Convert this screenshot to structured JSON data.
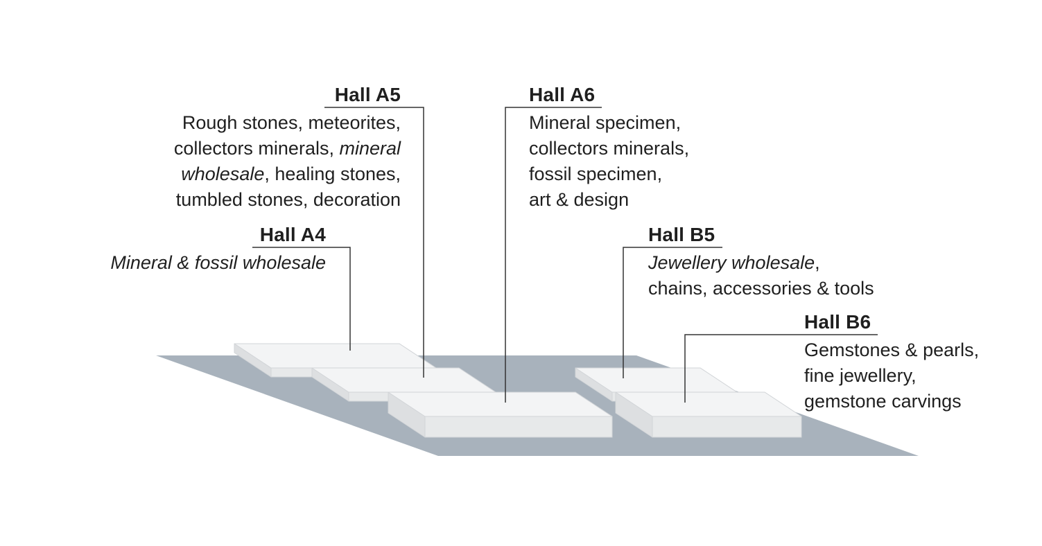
{
  "page": {
    "background": "#ffffff"
  },
  "diagram": {
    "colors": {
      "shadow": "#a8b2bc",
      "slab_top": "#f3f4f5",
      "slab_front": "#e7e9ea",
      "slab_side": "#dddfe1",
      "leader_line": "#333333",
      "text": "#1f1f1f"
    }
  },
  "halls": {
    "a5": {
      "title": "Hall A5",
      "lines": [
        [
          {
            "text": "Rough stones, meteorites,",
            "italic": false
          }
        ],
        [
          {
            "text": "collectors minerals, ",
            "italic": false
          },
          {
            "text": "mineral",
            "italic": true
          }
        ],
        [
          {
            "text": "wholesale",
            "italic": true
          },
          {
            "text": ", healing stones,",
            "italic": false
          }
        ],
        [
          {
            "text": "tumbled stones, decoration",
            "italic": false
          }
        ]
      ]
    },
    "a6": {
      "title": "Hall A6",
      "lines": [
        [
          {
            "text": "Mineral specimen,",
            "italic": false
          }
        ],
        [
          {
            "text": "collectors minerals,",
            "italic": false
          }
        ],
        [
          {
            "text": "fossil specimen,",
            "italic": false
          }
        ],
        [
          {
            "text": "art & design",
            "italic": false
          }
        ]
      ]
    },
    "a4": {
      "title": "Hall A4",
      "lines": [
        [
          {
            "text": "Mineral & fossil wholesale",
            "italic": true
          }
        ]
      ]
    },
    "b5": {
      "title": "Hall B5",
      "lines": [
        [
          {
            "text": "Jewellery wholesale",
            "italic": true
          },
          {
            "text": ",",
            "italic": false
          }
        ],
        [
          {
            "text": "chains, accessories & tools",
            "italic": false
          }
        ]
      ]
    },
    "b6": {
      "title": "Hall B6",
      "lines": [
        [
          {
            "text": "Gemstones & pearls,",
            "italic": false
          }
        ],
        [
          {
            "text": "fine jewellery,",
            "italic": false
          }
        ],
        [
          {
            "text": "gemstone carvings",
            "italic": false
          }
        ]
      ]
    }
  }
}
